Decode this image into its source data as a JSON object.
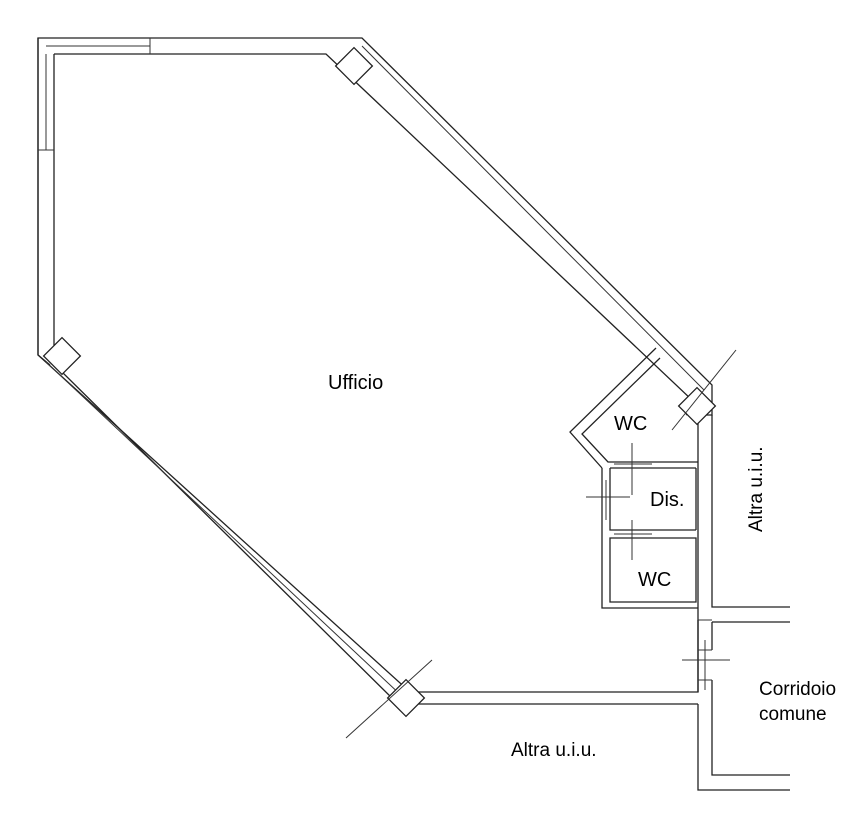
{
  "rooms": {
    "office": "Ufficio",
    "wc_upper": "WC",
    "dis": "Dis.",
    "wc_lower": "WC",
    "other_unit_right": "Altra u.i.u.",
    "corridor_line1": "Corridoio",
    "corridor_line2": "comune",
    "other_unit_bottom": "Altra u.i.u."
  }
}
